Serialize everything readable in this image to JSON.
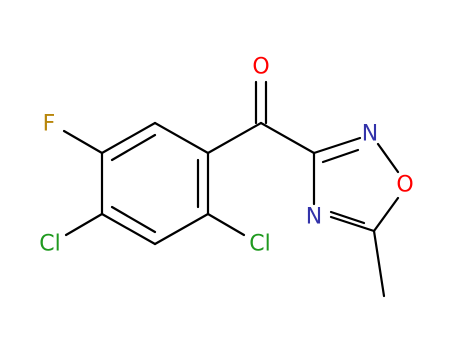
{
  "molecule": {
    "atoms": {
      "fluorine": {
        "symbol": "F",
        "color": "#b8860b"
      },
      "chlorine_left": {
        "symbol": "Cl",
        "color": "#1f9a1f"
      },
      "chlorine_right": {
        "symbol": "Cl",
        "color": "#1f9a1f"
      },
      "oxygen_carbonyl": {
        "symbol": "O",
        "color": "#ff0000"
      },
      "nitrogen_top": {
        "symbol": "N",
        "color": "#3333aa"
      },
      "oxygen_ring": {
        "symbol": "O",
        "color": "#ff0000"
      },
      "nitrogen_bottom": {
        "symbol": "N",
        "color": "#3333aa"
      }
    },
    "bond_color": "#000000",
    "background": "#ffffff"
  }
}
